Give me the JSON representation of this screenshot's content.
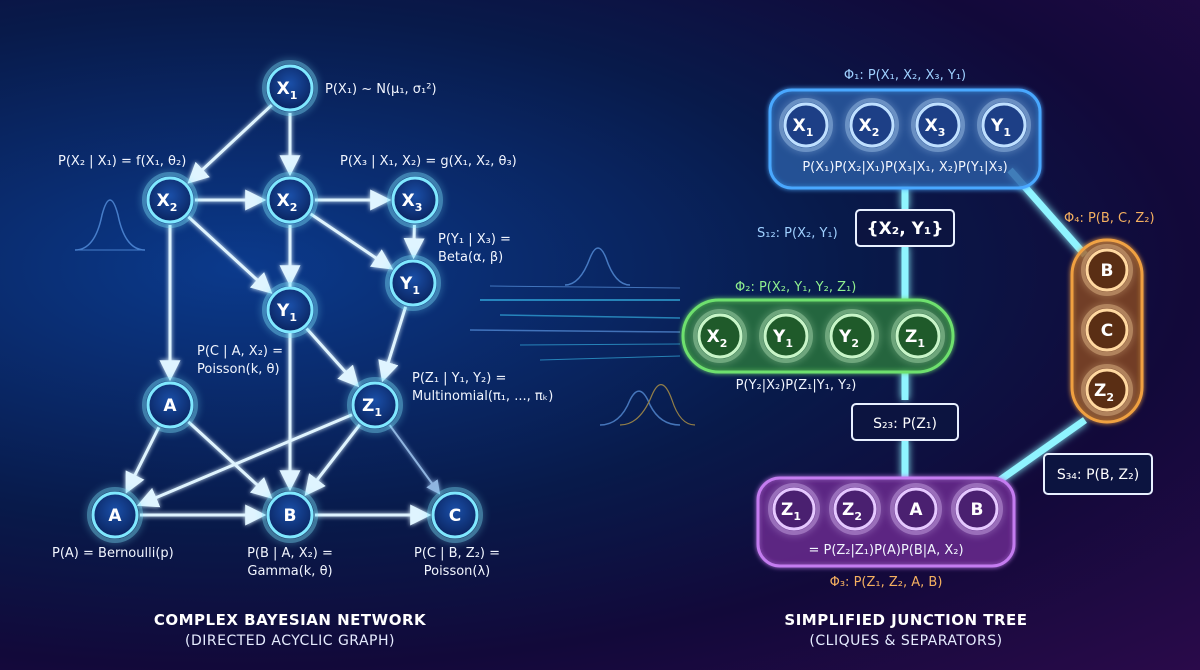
{
  "left_panel": {
    "title": "COMPLEX BAYESIAN NETWORK",
    "subtitle": "(DIRECTED ACYCLIC GRAPH)",
    "nodes": [
      {
        "id": "X1",
        "base": "X",
        "sub": "1"
      },
      {
        "id": "X2a",
        "base": "X",
        "sub": "2"
      },
      {
        "id": "X2b",
        "base": "X",
        "sub": "2"
      },
      {
        "id": "X3",
        "base": "X",
        "sub": "3"
      },
      {
        "id": "Y1a",
        "base": "Y",
        "sub": "1"
      },
      {
        "id": "Y1b",
        "base": "Y",
        "sub": "1"
      },
      {
        "id": "A1",
        "base": "A",
        "sub": ""
      },
      {
        "id": "Z1",
        "base": "Z",
        "sub": "1"
      },
      {
        "id": "A2",
        "base": "A",
        "sub": ""
      },
      {
        "id": "B",
        "base": "B",
        "sub": ""
      },
      {
        "id": "C",
        "base": "C",
        "sub": ""
      }
    ],
    "labels": {
      "px1": "P(X₁) ~ N(μ₁, σ₁²)",
      "px2": "P(X₂ | X₁) = f(X₁, θ₂)",
      "px3": "P(X₃ | X₁, X₂) = g(X₁, X₂, θ₃)",
      "py1_line1": "P(Y₁ | X₃) =",
      "py1_line2": "Beta(α, β)",
      "pc1_line1": "P(C | A, X₂) =",
      "pc1_line2": "Poisson(k, θ)",
      "pz1_line1": "P(Z₁ | Y₁, Y₂) =",
      "pz1_line2": "Multinomial(π₁, ..., πₖ)",
      "pa": "P(A) = Bernoulli(p)",
      "pb_line1": "P(B | A, X₂) =",
      "pb_line2": "Gamma(k, θ)",
      "pc2_line1": "P(C | B, Z₂) =",
      "pc2_line2": "Poisson(λ)"
    }
  },
  "right_panel": {
    "title": "SIMPLIFIED JUNCTION TREE",
    "subtitle": "(CLIQUES & SEPARATORS)",
    "cliques": {
      "phi1": {
        "label": "Φ₁: P(X₁, X₂, X₃, Y₁)",
        "nodes": [
          {
            "base": "X",
            "sub": "1"
          },
          {
            "base": "X",
            "sub": "2"
          },
          {
            "base": "X",
            "sub": "3"
          },
          {
            "base": "Y",
            "sub": "1"
          }
        ],
        "formula": "P(X₁)P(X₂|X₁)P(X₃|X₁, X₂)P(Y₁|X₃)",
        "color": "#4aa8ff"
      },
      "phi2": {
        "label": "Φ₂: P(X₂, Y₁, Y₂, Z₁)",
        "nodes": [
          {
            "base": "X",
            "sub": "2"
          },
          {
            "base": "Y",
            "sub": "1"
          },
          {
            "base": "Y",
            "sub": "2"
          },
          {
            "base": "Z",
            "sub": "1"
          }
        ],
        "formula": "P(Y₂|X₂)P(Z₁|Y₁, Y₂)",
        "color": "#6ee06e"
      },
      "phi3": {
        "label": "Φ₃: P(Z₁, Z₂, A, B)",
        "nodes": [
          {
            "base": "Z",
            "sub": "1"
          },
          {
            "base": "Z",
            "sub": "2"
          },
          {
            "base": "A",
            "sub": ""
          },
          {
            "base": "B",
            "sub": ""
          }
        ],
        "formula": "= P(Z₂|Z₁)P(A)P(B|A, X₂)",
        "color": "#c47cf0"
      },
      "phi4": {
        "label": "Φ₄: P(B, C, Z₂)",
        "nodes": [
          {
            "base": "B",
            "sub": ""
          },
          {
            "base": "C",
            "sub": ""
          },
          {
            "base": "Z",
            "sub": "2"
          }
        ],
        "color": "#f0a040"
      }
    },
    "separators": {
      "s12_label": "S₁₂: P(X₂, Y₁)",
      "s12_box": "{X₂, Y₁}",
      "s23_box": "S₂₃: P(Z₁)",
      "s34_box": "S₃₄: P(B, Z₂)"
    }
  }
}
